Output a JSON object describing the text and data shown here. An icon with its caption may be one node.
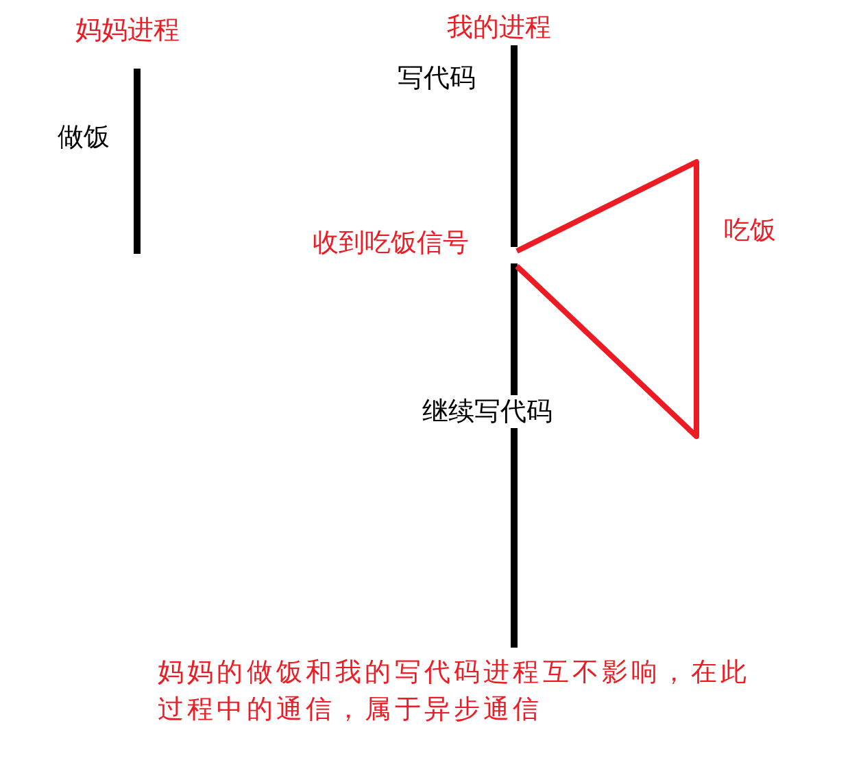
{
  "diagram": {
    "labels": [
      "妈妈进程",
      "做饭",
      "我的进程",
      "写代码",
      "收到吃饭信号",
      "吃饭",
      "继续写代码"
    ],
    "caption": "妈妈的做饭和我的写代码进程互不影响，在此过程中的通信，属于异步通信"
  }
}
